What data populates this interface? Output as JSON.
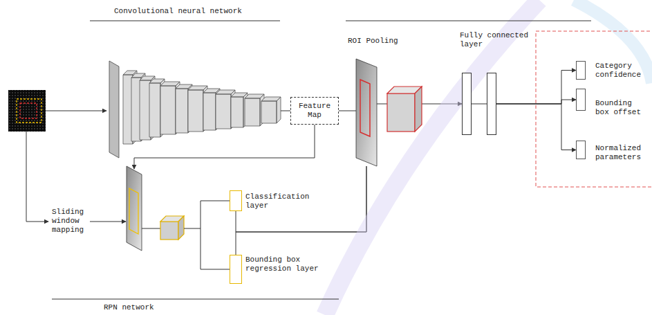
{
  "diagram": {
    "nodes": [
      {
        "text": [
          "Feature Map"
        ]
      },
      {
        "text": [
          "ROI Pooling"
        ]
      },
      {
        "text": [
          "Fully connected layer"
        ]
      },
      {
        "text": [
          "Category confidence"
        ]
      },
      {
        "text": [
          "Bounding box offset"
        ]
      },
      {
        "text": [
          "Normalized parameters"
        ]
      },
      {
        "text": [
          "Classification layer"
        ]
      },
      {
        "text": [
          "Bounding box regression layer"
        ]
      }
    ],
    "edges": [
      {
        "from": 0,
        "to": 1,
        "arrow": "none"
      },
      {
        "from": 1,
        "to": 2,
        "arrow": "to"
      },
      {
        "from": 2,
        "to": 3,
        "arrow": "to"
      },
      {
        "from": 2,
        "to": 4,
        "arrow": "to"
      },
      {
        "from": 2,
        "to": 5,
        "arrow": "to"
      },
      {
        "from": 6,
        "to": 1,
        "arrow": "none"
      },
      {
        "from": 7,
        "to": 1,
        "arrow": "none"
      }
    ],
    "labels": [
      "Convolutional neural network",
      "Sliding window mapping",
      "RPN network"
    ]
  }
}
